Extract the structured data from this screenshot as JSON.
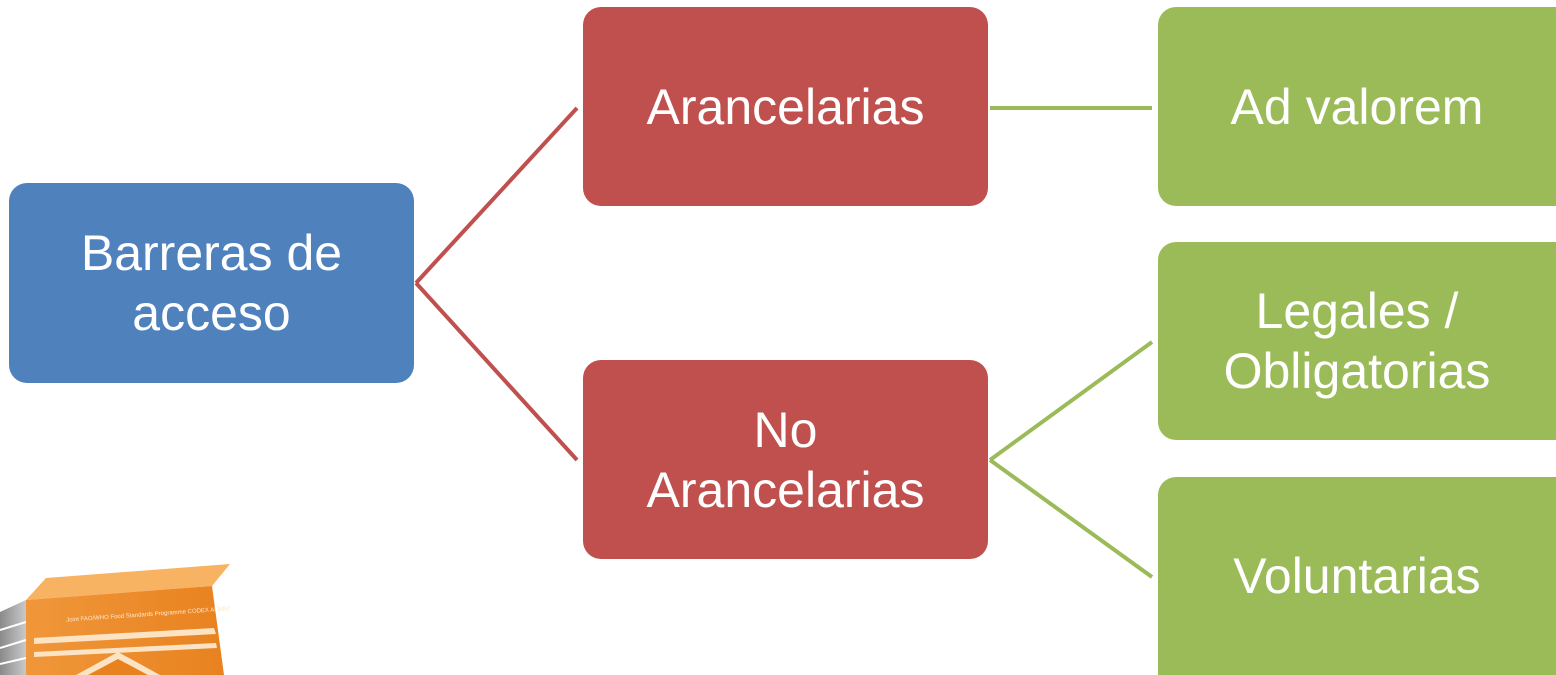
{
  "diagram": {
    "root": {
      "label": "Barreras de\nacceso"
    },
    "branches": [
      {
        "label": "Arancelarias",
        "children": [
          {
            "label": "Ad valorem"
          }
        ]
      },
      {
        "label": "No\nArancelarias",
        "children": [
          {
            "label": "Legales /\nObligatorias"
          },
          {
            "label": "Voluntarias"
          }
        ]
      }
    ]
  },
  "colors": {
    "root": "#4f81bd",
    "level1": "#c0504d",
    "level2": "#9bbb59"
  },
  "book": {
    "cover_text": "Joint FAO/WHO Food Standards Programme CODEX ALIMENTARIUS COMMISSION"
  }
}
